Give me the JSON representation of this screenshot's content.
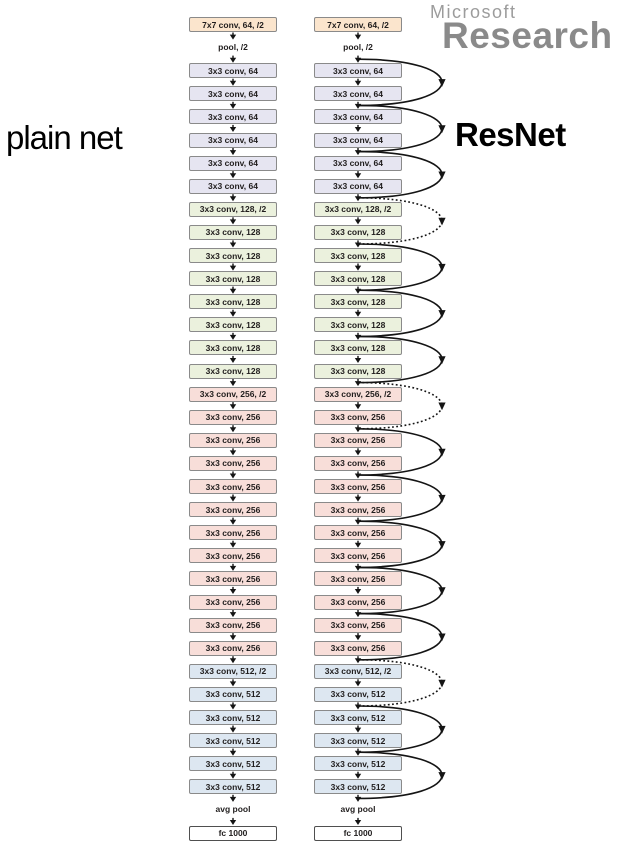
{
  "page": {
    "background": "#ffffff"
  },
  "logo": {
    "line1": "Microsoft",
    "line2": "Research"
  },
  "colors": {
    "palettes": {
      "stem": {
        "bg": "#fbe5cd"
      },
      "c64": {
        "bg": "#e6e5f1"
      },
      "c128": {
        "bg": "#ebf1dd"
      },
      "c256": {
        "bg": "#f8ded9"
      },
      "c512": {
        "bg": "#dde7f1"
      },
      "fc": {
        "bg": "#ffffff"
      }
    },
    "box_border": "#8a8a8a",
    "fc_border": "#4f4f4f",
    "box_text": "#201d1d",
    "connector": "#141414",
    "label_text": "#000000",
    "logo_gray_light": "#9c9c9c",
    "logo_gray": "#8a8a8a"
  },
  "diagram": {
    "columns": [
      {
        "name": "plain",
        "title": "plain net",
        "has_skips": false
      },
      {
        "name": "resnet",
        "title": "ResNet",
        "has_skips": true
      }
    ],
    "rows": [
      {
        "kind": "box",
        "palette": "stem",
        "text": "7x7 conv, 64, /2"
      },
      {
        "kind": "label",
        "text": "pool, /2"
      },
      {
        "kind": "box",
        "palette": "c64",
        "text": "3x3 conv, 64"
      },
      {
        "kind": "box",
        "palette": "c64",
        "text": "3x3 conv, 64"
      },
      {
        "kind": "box",
        "palette": "c64",
        "text": "3x3 conv, 64"
      },
      {
        "kind": "box",
        "palette": "c64",
        "text": "3x3 conv, 64"
      },
      {
        "kind": "box",
        "palette": "c64",
        "text": "3x3 conv, 64"
      },
      {
        "kind": "box",
        "palette": "c64",
        "text": "3x3 conv, 64"
      },
      {
        "kind": "box",
        "palette": "c128",
        "text": "3x3 conv, 128, /2"
      },
      {
        "kind": "box",
        "palette": "c128",
        "text": "3x3 conv, 128"
      },
      {
        "kind": "box",
        "palette": "c128",
        "text": "3x3 conv, 128"
      },
      {
        "kind": "box",
        "palette": "c128",
        "text": "3x3 conv, 128"
      },
      {
        "kind": "box",
        "palette": "c128",
        "text": "3x3 conv, 128"
      },
      {
        "kind": "box",
        "palette": "c128",
        "text": "3x3 conv, 128"
      },
      {
        "kind": "box",
        "palette": "c128",
        "text": "3x3 conv, 128"
      },
      {
        "kind": "box",
        "palette": "c128",
        "text": "3x3 conv, 128"
      },
      {
        "kind": "box",
        "palette": "c256",
        "text": "3x3 conv, 256, /2"
      },
      {
        "kind": "box",
        "palette": "c256",
        "text": "3x3 conv, 256"
      },
      {
        "kind": "box",
        "palette": "c256",
        "text": "3x3 conv, 256"
      },
      {
        "kind": "box",
        "palette": "c256",
        "text": "3x3 conv, 256"
      },
      {
        "kind": "box",
        "palette": "c256",
        "text": "3x3 conv, 256"
      },
      {
        "kind": "box",
        "palette": "c256",
        "text": "3x3 conv, 256"
      },
      {
        "kind": "box",
        "palette": "c256",
        "text": "3x3 conv, 256"
      },
      {
        "kind": "box",
        "palette": "c256",
        "text": "3x3 conv, 256"
      },
      {
        "kind": "box",
        "palette": "c256",
        "text": "3x3 conv, 256"
      },
      {
        "kind": "box",
        "palette": "c256",
        "text": "3x3 conv, 256"
      },
      {
        "kind": "box",
        "palette": "c256",
        "text": "3x3 conv, 256"
      },
      {
        "kind": "box",
        "palette": "c256",
        "text": "3x3 conv, 256"
      },
      {
        "kind": "box",
        "palette": "c512",
        "text": "3x3 conv, 512, /2"
      },
      {
        "kind": "box",
        "palette": "c512",
        "text": "3x3 conv, 512"
      },
      {
        "kind": "box",
        "palette": "c512",
        "text": "3x3 conv, 512"
      },
      {
        "kind": "box",
        "palette": "c512",
        "text": "3x3 conv, 512"
      },
      {
        "kind": "box",
        "palette": "c512",
        "text": "3x3 conv, 512"
      },
      {
        "kind": "box",
        "palette": "c512",
        "text": "3x3 conv, 512"
      },
      {
        "kind": "label",
        "text": "avg pool"
      },
      {
        "kind": "box",
        "palette": "fc",
        "text": "fc 1000"
      }
    ],
    "skip_arcs": [
      {
        "from": 2,
        "to": 4,
        "style": "solid"
      },
      {
        "from": 4,
        "to": 6,
        "style": "solid"
      },
      {
        "from": 6,
        "to": 8,
        "style": "solid"
      },
      {
        "from": 8,
        "to": 10,
        "style": "dashed"
      },
      {
        "from": 10,
        "to": 12,
        "style": "solid"
      },
      {
        "from": 12,
        "to": 14,
        "style": "solid"
      },
      {
        "from": 14,
        "to": 16,
        "style": "solid"
      },
      {
        "from": 16,
        "to": 18,
        "style": "dashed"
      },
      {
        "from": 18,
        "to": 20,
        "style": "solid"
      },
      {
        "from": 20,
        "to": 22,
        "style": "solid"
      },
      {
        "from": 22,
        "to": 24,
        "style": "solid"
      },
      {
        "from": 24,
        "to": 26,
        "style": "solid"
      },
      {
        "from": 26,
        "to": 28,
        "style": "solid"
      },
      {
        "from": 28,
        "to": 30,
        "style": "dashed"
      },
      {
        "from": 30,
        "to": 32,
        "style": "solid"
      },
      {
        "from": 32,
        "to": 34,
        "style": "solid"
      }
    ]
  }
}
